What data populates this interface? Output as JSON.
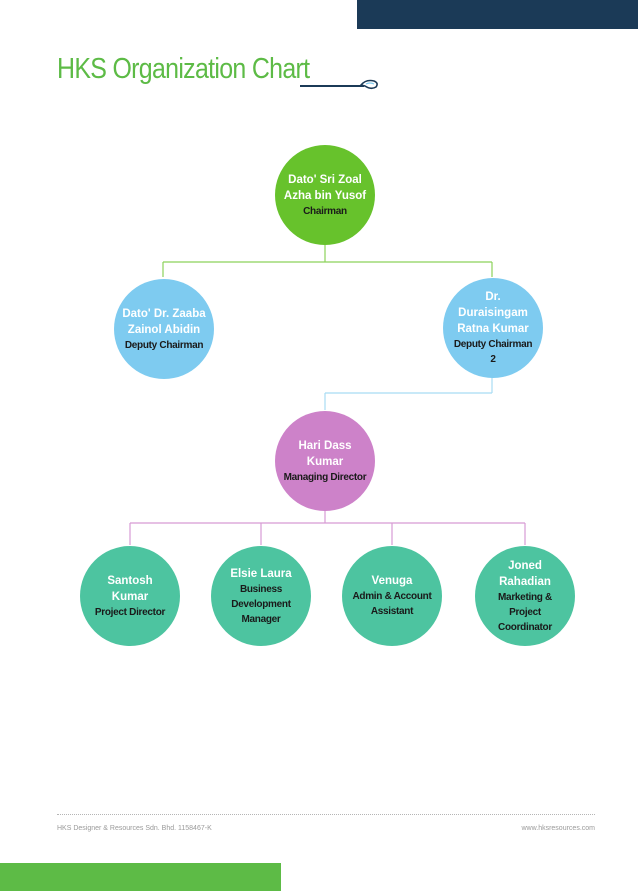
{
  "title": "HKS Organization Chart",
  "colors": {
    "navy": "#1b3a57",
    "green": "#5dbb46",
    "chairman": "#67c22c",
    "deputy": "#7ecbf0",
    "director": "#cd82c9",
    "staff": "#4dc4a0"
  },
  "chairman": {
    "name_1": "Dato' Sri Zoal",
    "name_2": "Azha bin Yusof",
    "role": "Chairman"
  },
  "deputy_1": {
    "name_1": "Dato' Dr. Zaaba",
    "name_2": "Zainol Abidin",
    "role": "Deputy Chairman"
  },
  "deputy_2": {
    "name_1": "Dr. Duraisingam",
    "name_2": "Ratna Kumar",
    "role": "Deputy Chairman 2"
  },
  "managing_director": {
    "name": "Hari Dass Kumar",
    "role": "Managing Director"
  },
  "staff": [
    {
      "name": "Santosh Kumar",
      "role_1": "Project Director"
    },
    {
      "name": "Elsie Laura",
      "role_1": "Business",
      "role_2": "Development",
      "role_3": "Manager"
    },
    {
      "name": "Venuga",
      "role_1": "Admin & Account",
      "role_2": "Assistant"
    },
    {
      "name": "Joned Rahadian",
      "role_1": "Marketing & Project",
      "role_2": "Coordinator"
    }
  ],
  "footer": {
    "company": "HKS Designer & Resources Sdn. Bhd. 1158467-K",
    "website": "www.hksresources.com"
  }
}
